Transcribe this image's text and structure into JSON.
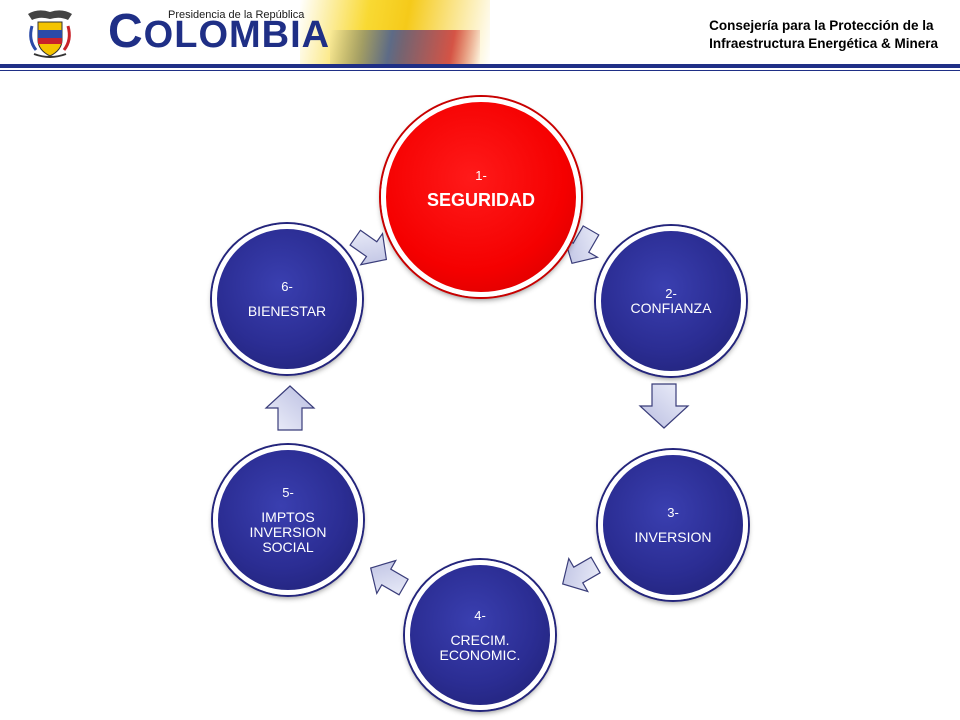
{
  "header": {
    "logo_small": "Presidencia de la República",
    "logo_first": "C",
    "logo_rest": "OLOMBIA",
    "title_line1": "Consejería para la Protección de la",
    "title_line2": "Infraestructura Energética & Minera"
  },
  "cycle": {
    "nodes": [
      {
        "num": "1-",
        "label": "SEGURIDAD",
        "color": "#f50000"
      },
      {
        "num": "2-",
        "label": "CONFIANZA",
        "color": "#2b2d93"
      },
      {
        "num": "3-",
        "label": "INVERSION",
        "color": "#2b2d93"
      },
      {
        "num": "4-",
        "label_line1": "CRECIM.",
        "label_line2": "ECONOMIC.",
        "color": "#2b2d93"
      },
      {
        "num": "5-",
        "label_line1": "IMPTOS",
        "label_line2": "INVERSION",
        "label_line3": "SOCIAL",
        "color": "#2b2d93"
      },
      {
        "num": "6-",
        "label": "BIENESTAR",
        "color": "#2b2d93"
      }
    ],
    "arrow_color": "#c9cce8"
  }
}
